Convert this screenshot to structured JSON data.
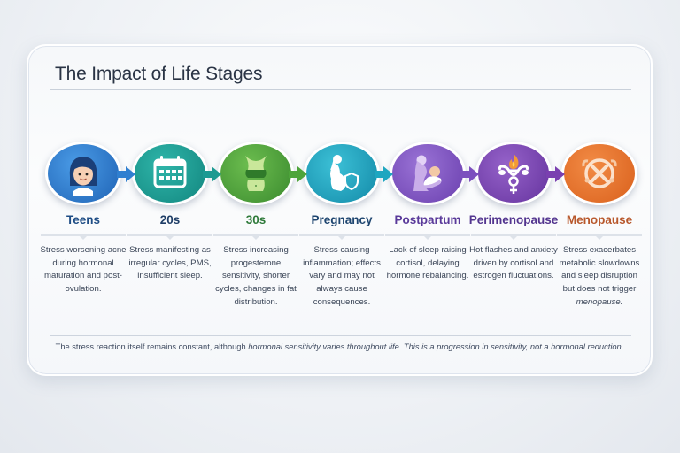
{
  "title": "The Impact of Life Stages",
  "stages": [
    {
      "label": "Teens",
      "icon": "teen-girl-face-icon",
      "color": "#2f7fd0",
      "label_color": "#1f4d85",
      "description": "Stress worsening acne during hormonal maturation and post-ovulation."
    },
    {
      "label": "20s",
      "icon": "calendar-icon",
      "color": "#1c9a92",
      "label_color": "#1e3d66",
      "description": "Stress manifesting as irregular cycles, PMS, insufficient sleep."
    },
    {
      "label": "30s",
      "icon": "torso-sports-bra-icon",
      "color": "#4da43a",
      "label_color": "#2f7a3a",
      "description": "Stress increasing progesterone sensitivity, shorter cycles, changes in fat distribution."
    },
    {
      "label": "Pregnancy",
      "icon": "pregnant-woman-shield-icon",
      "color": "#1ea6c0",
      "label_color": "#1f4670",
      "description": "Stress causing inflammation; effects vary and may not always cause consequences."
    },
    {
      "label": "Postpartum",
      "icon": "mother-holding-baby-icon",
      "color": "#7c4fbe",
      "label_color": "#5a3a9a",
      "description": "Lack of sleep raising cortisol, delaying hormone rebalancing."
    },
    {
      "label": "Perimenopause",
      "icon": "uterus-flame-female-symbol-icon",
      "color": "#7a3fb0",
      "label_color": "#53358f",
      "description": "Hot flashes and anxiety driven by cortisol and estrogen fluctuations."
    },
    {
      "label": "Menopause",
      "icon": "uterus-crossed-out-icon",
      "color": "#e8712a",
      "label_color": "#b8582c",
      "description": "Stress exacerbates metabolic slowdowns and sleep disruption but does not trigger",
      "description_emphasis": "menopause."
    }
  ],
  "footnote": {
    "part1": "The stress reaction itself remains constant, although ",
    "part2_italic": "hormonal sensitivity varies throughout life. This is a progression in sensitivity, not a hormonal reduction."
  }
}
